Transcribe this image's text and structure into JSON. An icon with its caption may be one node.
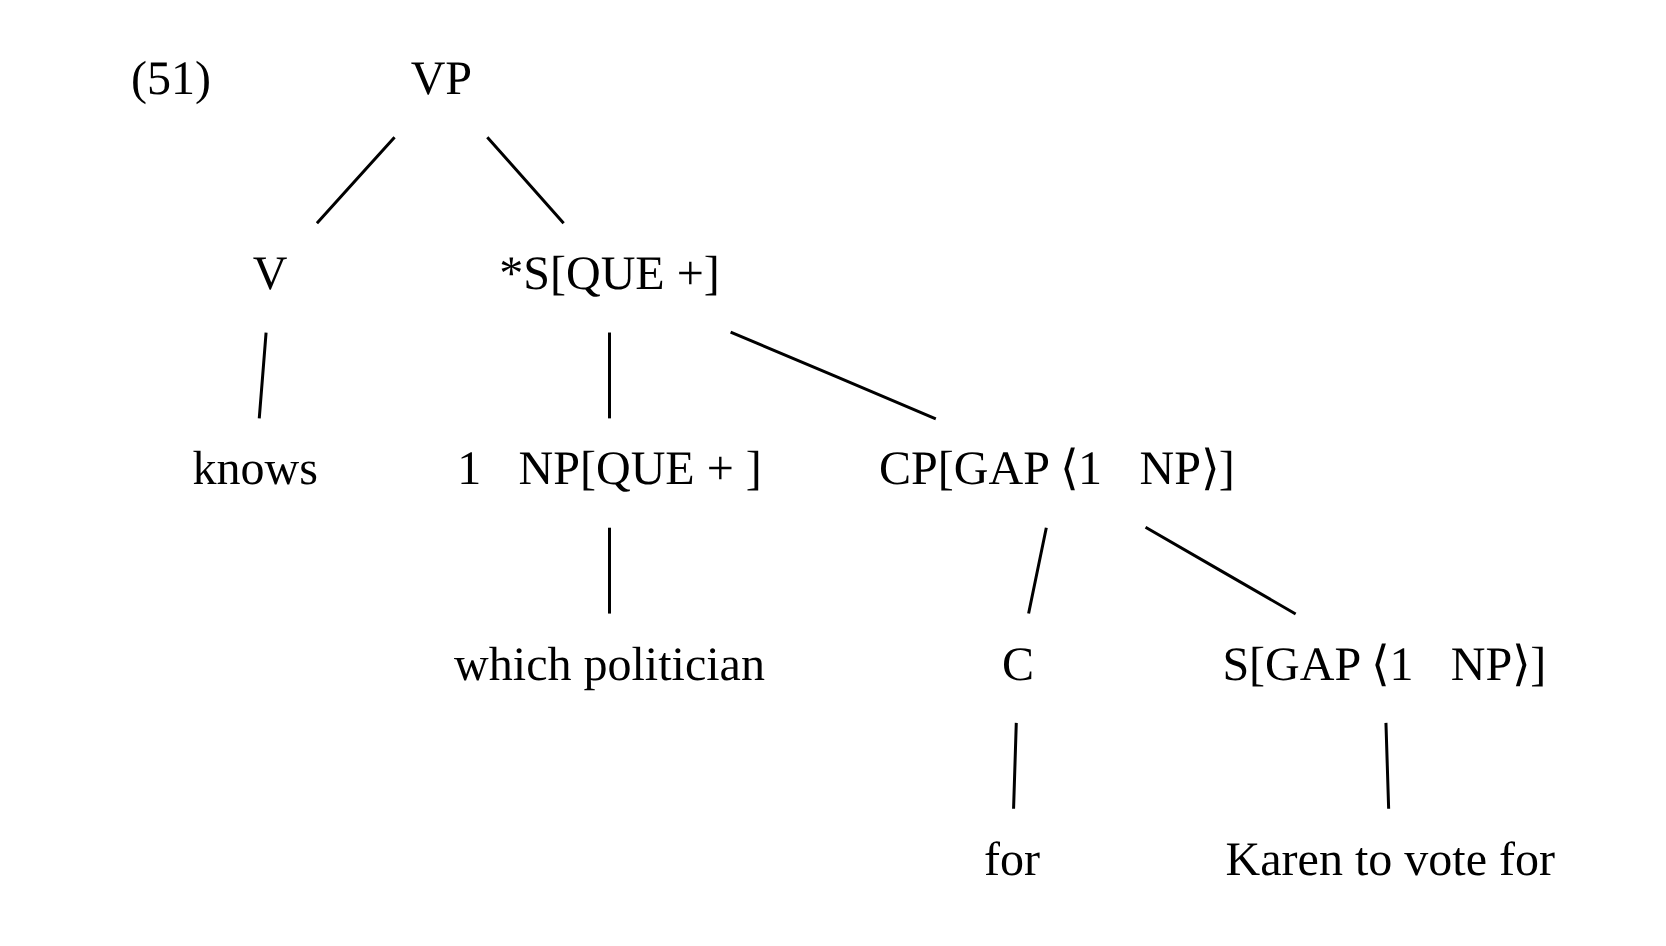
{
  "diagram": {
    "nodes": [
      {
        "text": [
          "VP"
        ]
      },
      {
        "text": [
          "V"
        ]
      },
      {
        "text": [
          "*S[QUE +]"
        ]
      },
      {
        "text": [
          "knows"
        ]
      },
      {
        "text": [
          "1⃞NP[QUE + ]"
        ]
      },
      {
        "text": [
          "CP[GAP ⟨1⃞NP⟩]"
        ]
      },
      {
        "text": [
          "which politician"
        ]
      },
      {
        "text": [
          "C"
        ]
      },
      {
        "text": [
          "S[GAP ⟨1⃞NP⟩]"
        ]
      },
      {
        "text": [
          "for"
        ]
      },
      {
        "text": [
          "Karen to vote for"
        ]
      }
    ],
    "edges": [
      {
        "from": 0,
        "to": 1,
        "arrow": "none"
      },
      {
        "from": 0,
        "to": 2,
        "arrow": "none"
      },
      {
        "from": 1,
        "to": 3,
        "arrow": "none"
      },
      {
        "from": 2,
        "to": 4,
        "arrow": "none"
      },
      {
        "from": 2,
        "to": 5,
        "arrow": "none"
      },
      {
        "from": 4,
        "to": 6,
        "arrow": "none"
      },
      {
        "from": 5,
        "to": 7,
        "arrow": "none"
      },
      {
        "from": 5,
        "to": 8,
        "arrow": "none"
      },
      {
        "from": 7,
        "to": 9,
        "arrow": "none"
      },
      {
        "from": 8,
        "to": 10,
        "arrow": "none"
      }
    ],
    "labels": [
      "(51)"
    ]
  }
}
